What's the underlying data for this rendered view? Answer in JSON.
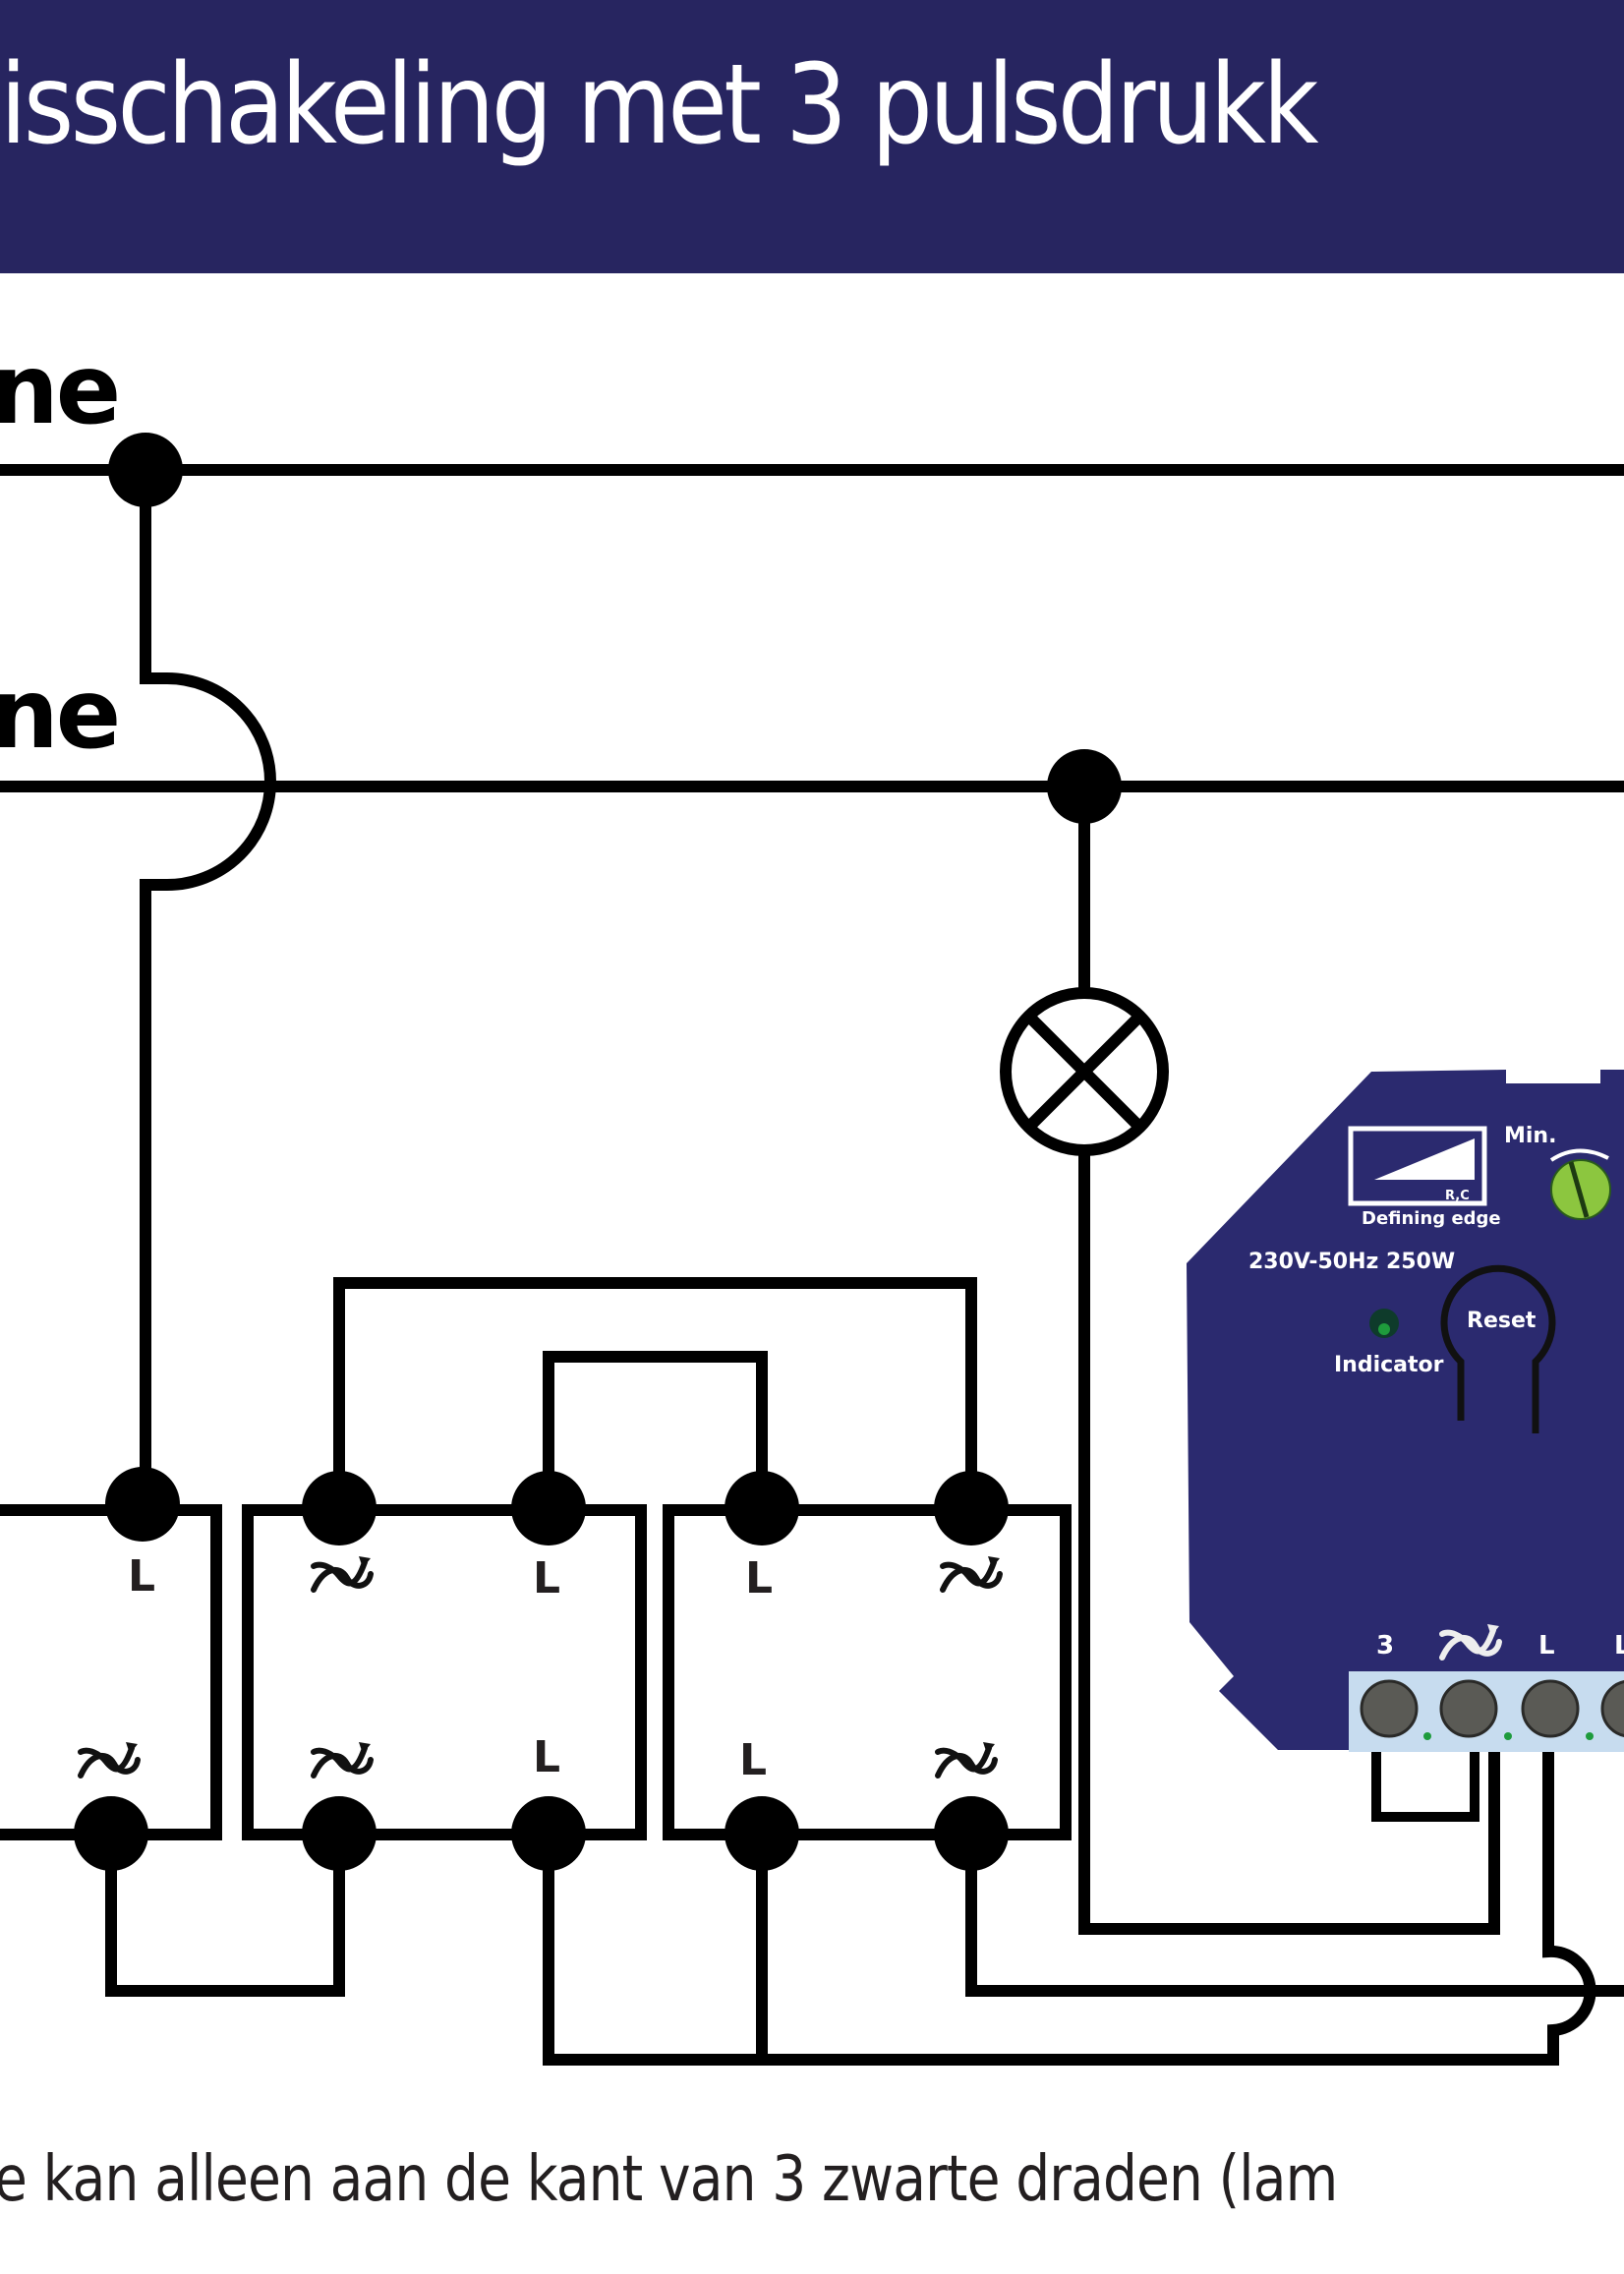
{
  "header": {
    "title": "isschakeling met 3 pulsdrukk",
    "background_color": "#272560"
  },
  "diagram": {
    "line_labels": [
      {
        "text": "ne",
        "line": "phase"
      },
      {
        "text": "ne",
        "line": "neutral"
      }
    ],
    "lamp": {
      "symbol": "lamp-cross-icon"
    },
    "switches": [
      {
        "name": "pushbutton-1",
        "terminals": [
          {
            "position": "top-right",
            "label": "L"
          },
          {
            "position": "bottom-right",
            "label": "~"
          }
        ]
      },
      {
        "name": "pushbutton-2",
        "terminals": [
          {
            "position": "top-left",
            "label": "~"
          },
          {
            "position": "top-right",
            "label": "L"
          },
          {
            "position": "bottom-left",
            "label": "~"
          },
          {
            "position": "bottom-right",
            "label": "L"
          }
        ]
      },
      {
        "name": "pushbutton-3",
        "terminals": [
          {
            "position": "top-left",
            "label": "L"
          },
          {
            "position": "top-right",
            "label": "~"
          },
          {
            "position": "bottom-left",
            "label": "L"
          },
          {
            "position": "bottom-right",
            "label": "~"
          }
        ]
      }
    ],
    "dimmer": {
      "body_color": "#2b2a6f",
      "mode_icon_label": "R,C",
      "mode_caption": "Defining edge",
      "min_label": "Min.",
      "rating": "230V-50Hz  250W",
      "indicator_label": "Indicator",
      "reset_label": "Reset",
      "terminal_labels": [
        "3",
        "~",
        "L",
        "L"
      ],
      "terminal_strip_color": "#c7dcef",
      "knob_color": "#8cc63f",
      "indicator_color": "#1e9b3c"
    }
  },
  "symbols": {
    "switch_symbol": "∝",
    "switch_symbol_name": "pulse-wave-icon"
  },
  "footer": {
    "text": "e kan alleen aan de kant van 3 zwarte draden (lam"
  }
}
